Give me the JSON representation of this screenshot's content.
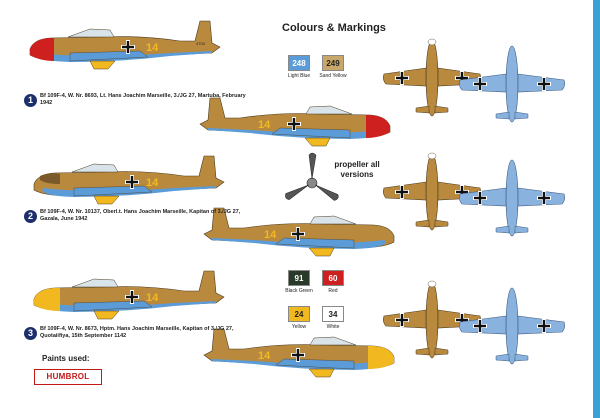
{
  "header": {
    "title": "Colours & Markings"
  },
  "schemes": [
    {
      "number": "1",
      "caption": "Bf 109F-4, W. Nr. 8693, Lt. Hans Joachim Marseille, 3./JG 27, Martuba, February 1942"
    },
    {
      "number": "2",
      "caption": "Bf 109F-4, W. Nr. 10137, Oberl.t. Hans Joachim Marseille, Kapitan of 3./JG 27, Gazala, June 1942"
    },
    {
      "number": "3",
      "caption": "Bf 109F-4, W. Nr. 8673, Hptm. Hans Joachim Marseille, Kapitan of 3./JG 27, Quotaiifiya, 15th September 1142"
    }
  ],
  "swatches": [
    {
      "code": "248",
      "label": "Light Blue",
      "color": "#5b9bd8",
      "text_color": "#ffffff"
    },
    {
      "code": "249",
      "label": "Sand Yellow",
      "color": "#c9a76a",
      "text_color": "#222222"
    },
    {
      "code": "91",
      "label": "Black Green",
      "color": "#2a3a2a",
      "text_color": "#ffffff"
    },
    {
      "code": "60",
      "label": "Red",
      "color": "#cf2020",
      "text_color": "#ffffff"
    },
    {
      "code": "24",
      "label": "Yellow",
      "color": "#f2b820",
      "text_color": "#222222"
    },
    {
      "code": "34",
      "label": "White",
      "color": "#ffffff",
      "text_color": "#222222"
    }
  ],
  "propeller": {
    "label": "propeller all versions"
  },
  "paints": {
    "title": "Paints used:",
    "brand": "HUMBROL"
  },
  "aircraft_markings": {
    "nose_number": "14",
    "tail_code": "4703"
  },
  "colors": {
    "sand": "#b98a3e",
    "light_blue": "#5b9bd8",
    "yellow": "#f2b820",
    "red": "#cf2020",
    "background_strip": "#3aa2d8"
  }
}
